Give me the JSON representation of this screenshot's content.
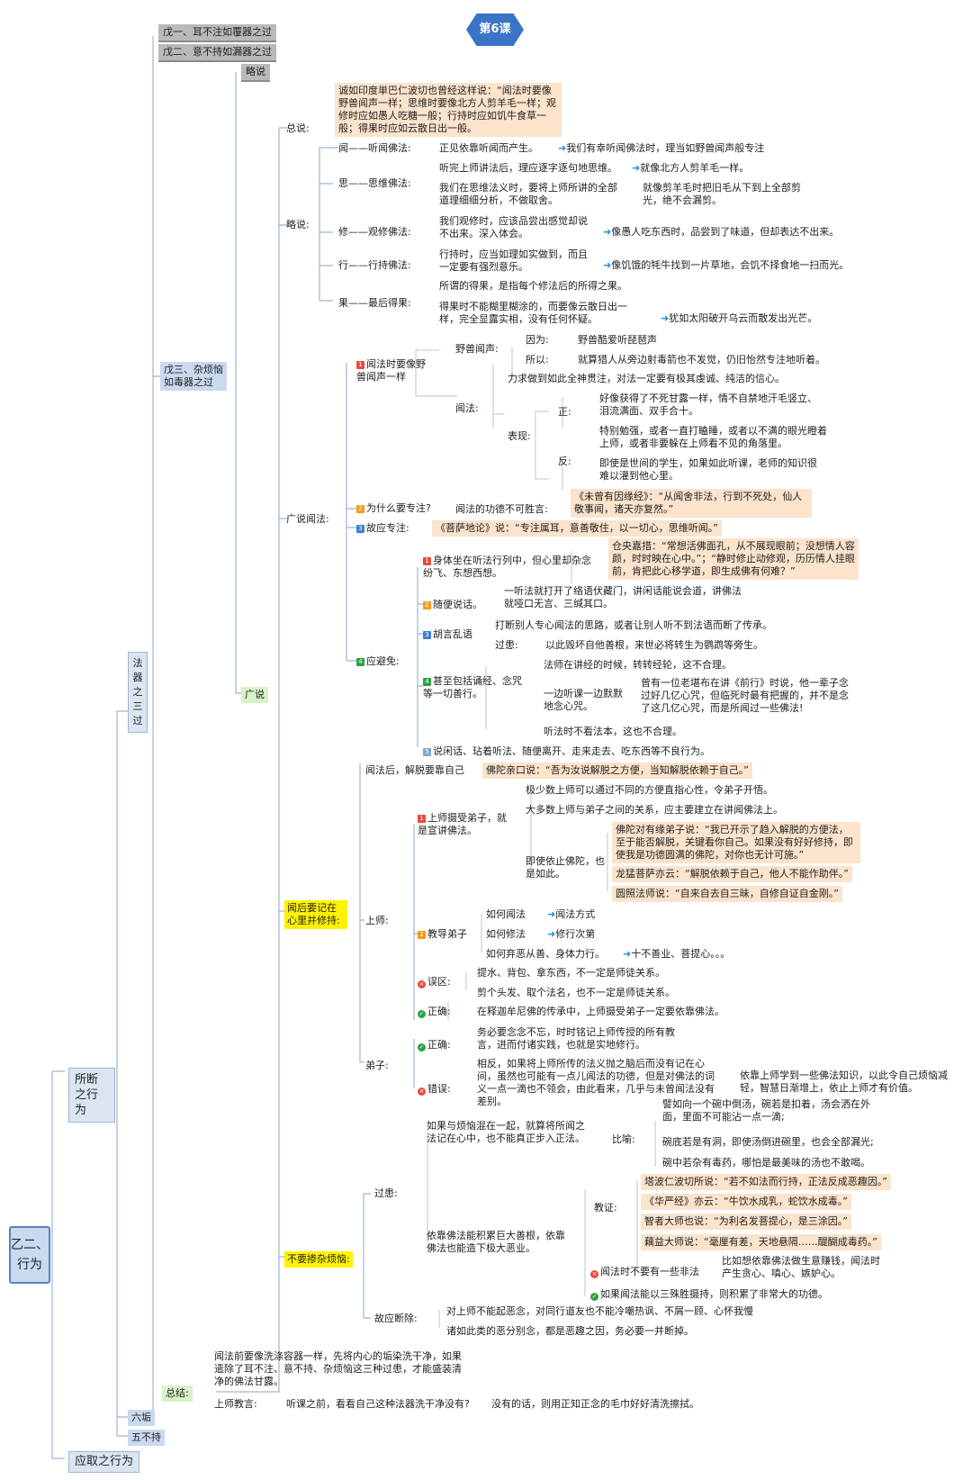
{
  "header": {
    "lesson": "第6课"
  },
  "sidebar": {
    "root": "乙二、行为",
    "suoduan": "所断之行为",
    "yingqu": "应取之行为",
    "fq3": "法器之三过",
    "liugou": "六垢",
    "wubuchi": "五不持",
    "wu1": "戊一、耳不注如覆器之过",
    "wu2": "戊二、意不持如漏器之过",
    "lueshuo_gray": "略说",
    "wu3": "戊三、杂烦恼如毒器之过",
    "guangshuo": "广说"
  },
  "lue": {
    "zongshuo": "总说:",
    "zongshuo_text": "诚如印度単巴仁波切也曾经这样说：“闻法时要像野兽闻声一样；思维时要像北方人剪羊毛一样；观修时应如愚人吃糖一般；行持时应如饥牛食草一般；得果时应如云散日出一般。",
    "lueshuo": "略说:",
    "wen": "闻——听闻佛法:",
    "wen_t": "正见依靠听闻而产生。",
    "wen_a": "我们有幸听闻佛法时，理当如野兽闻声般专注",
    "si": "思——思维佛法:",
    "si_t1": "听完上师讲法后，理应逐字逐句地思维。",
    "si_a1": "就像北方人剪羊毛一样。",
    "si_t2": "我们在思维法义时，要将上师所讲的全部道理细细分析，不做取舍。",
    "si_a2": "就像剪羊毛时把旧毛从下到上全部剪光，绝不会漏剪。",
    "xiu": "修——观修佛法:",
    "xiu_t": "我们观修时，应该品尝出感觉却说不出来。深入体会。",
    "xiu_a": "像愚人吃东西时，品尝到了味道，但却表达不出来。",
    "xing": "行——行持佛法:",
    "xing_t": "行持时，应当如理如实做到，而且一定要有强烈意乐。",
    "xing_a": "像饥饿的牦牛找到一片草地，会饥不择食地一扫而光。",
    "guo": "果——最后得果:",
    "guo_t1": "所谓的得果，是指每个修法后的所得之果。",
    "guo_t2": "得果时不能糊里糊涂的，而要像云散日出一样，完全显露实相，没有任何怀疑。",
    "guo_a": "犹如太阳破开乌云而散发出光芒。"
  },
  "guang": {
    "label": "广说闻法:",
    "b1": "闻法时要像野兽闻声一样",
    "yeshou": "野兽闻声:",
    "yinwei": "因为:",
    "yinwei_t": "野兽酷爱听琵琶声",
    "suoyi": "所以:",
    "suoyi_t": "就算猎人从旁边射毒箭也不发觉，仍旧怡然专注地听着。",
    "wenfa": "闻法:",
    "wenfa_t": "力求做到如此全神贯注，对法一定要有极其虔诚、纯洁的信心。",
    "biaoxian": "表现:",
    "zheng": "正:",
    "zheng_t": "好像获得了不死甘露一样，情不自禁地汗毛竖立、泪流满面、双手合十。",
    "fan": "反:",
    "fan_t1": "特别勉强，或者一直打瞌睡，或者以不满的眼光瞪着上师，或者非要躲在上师看不见的角落里。",
    "fan_t2": "即使是世间的学生，如果如此听课，老师的知识很难以灌到他心里。",
    "b2": "为什么要专注?",
    "b2_t": "闻法的功德不可胜言:",
    "b2_q": "《未曾有因缘经》：“从闻舍非法，行到不死处，仙人敬事闻，诸天亦复然。”",
    "b3": "故应专注:",
    "b3_q": "《菩萨地论》说：“专注属耳，意善敬住，以一切心，思维听闻。”",
    "b4": "应避免:",
    "s1": "身体坐在听法行列中，但心里却杂念纷飞、东想西想。",
    "s1_q": "仓央嘉措：“常想活佛面孔，从不展现眼前；没想情人容颜，时时映在心中。”；“静时修止动修观，历历情人挂眼前，肯把此心移学道，即生成佛有何难？”",
    "s2": "随便说话。",
    "s2_t": "一听法就打开了络语伏藏门，讲闲话能说会道，讲佛法就哑口无言、三缄其口。",
    "s3": "胡言乱语",
    "s3_t": "打断别人专心闻法的思路，或者让别人听不到法语而断了传承。",
    "guohuan": "过患:",
    "s3_g": "以此毁坏自他善根，来世必将转生为鹦鹉等旁生。",
    "s4": "甚至包括诵经、念咒等一切善行。",
    "s4_t1": "法师在讲经的时候，转转经轮，这不合理。",
    "s4_t2": "一边听课一边默默地念心咒。",
    "s4_t2q": "曾有一位老堪布在讲《前行》时说，他一辈子念过好几亿心咒，但临死时最有把握的，并不是念了这几亿心咒，而是所闻过一些佛法!",
    "s4_t3": "听法时不看法本，这也不合理。",
    "s5": "说闲话、玷着听法、随便离开、走来走去、吃东西等不良行为。"
  },
  "remember": {
    "label": "闻后要记在心里并修持:",
    "top": "闻法后，解脱要靠自己",
    "top_q": "佛陀亲口说：“吾为汝说解脱之方便，当知解脱依赖于自己。”",
    "shangshi": "上师:",
    "r1": "上师摄受弟子，就是宣讲佛法。",
    "r1_t1": "极少数上师可以通过不同的方便直指心性，令弟子开悟。",
    "r1_t2": "大多数上师与弟子之间的关系，应主要建立在讲闻佛法上。",
    "r1_t3": "即使依止佛陀，也是如此。",
    "r1_q1": "佛陀对有缘弟子说：“我已开示了趋入解脱的方便法，至于能否解脱，关键看你自己。如果没有好好修持，即使我是功德圆满的佛陀，对你也无计可施。”",
    "r1_q2": "龙猛菩萨亦云：“解脱依赖于自己，他人不能作助伴。”",
    "r1_q3": "圆照法师说：“自来自去自三昧，自修自证自金刚。”",
    "r2": "教导弟子",
    "r2_t1": "如何闻法",
    "r2_a1": "闻法方式",
    "r2_t2": "如何修法",
    "r2_a2": "修行次第",
    "r2_t3": "如何弃恶从善、身体力行。",
    "r2_a3": "十不善业、菩提心。。。",
    "wuqu": "误区:",
    "wq_t1": "提水、背包、拿东西，不一定是师徒关系。",
    "wq_t2": "剪个头发、取个法名，也不一定是师徒关系。",
    "zhengque": "正确:",
    "zq_t": "在释迦牟尼佛的传承中，上师摄受弟子一定要依靠佛法。",
    "dizi": "弟子:",
    "dz_ok": "正确:",
    "dz_ok_t": "务必要念念不忘，时时铭记上师传授的所有教言，进而付诸实践，也就是实地修行。",
    "dz_err": "错误:",
    "dz_err_t": "相反，如果将上师所传的法义抛之脑后而没有记在心间，虽然也可能有一点儿闻法的功德，但是对佛法的词义一点一滴也不领会，由此看来，几乎与未曾闻法没有差别。",
    "dz_err_r": "依靠上师学到一些佛法知识，以此令自己烦恼减轻，智慧日渐增上，依止上师才有价值。"
  },
  "poison": {
    "label": "不要掺杂烦恼:",
    "guohuan": "过患:",
    "p1": "如果与烦恼混在一起，就算将所闻之法记在心中，也不能真正步入正法。",
    "biyu": "比喻:",
    "by1": "譬如向一个碗中倒汤，碗若是扣着，汤会洒在外面，里面不可能沾一点一滴;",
    "by2": "碗底若是有洞，即使汤倒进碗里，也会全部漏光;",
    "by3": "碗中若杂有毒药，哪怕是最美味的汤也不敢喝。",
    "p2": "依靠佛法能积累巨大善根，依靠佛法也能造下极大恶业。",
    "jiaozheng": "教证:",
    "jz1": "塔波仁波切所说：“若不如法而行持，正法反成恶趣因。”",
    "jz2": "《华严经》亦云：“牛饮水成乳，蛇饮水成毒。”",
    "jz3": "智者大师也说：“为利名发菩提心，是三涂因。”",
    "jz4": "藕益大师说：“毫厘有差，天地悬隔……醍醐成毒药。”",
    "n1": "闻法时不要有一些非法",
    "n1_t": "比如想依靠佛法做生意赚钱，闻法时产生贪心、嗔心、嫉妒心。",
    "n2": "如果闻法能以三殊胜摄持，则积累了非常大的功德。",
    "gu": "故应断除:",
    "gu_t1": "对上师不能起恶念，对同行道友也不能冷嘲热讽、不屑一顾、心怀我慢",
    "gu_t2": "诸如此类的恶分别念，都是恶趣之因，务必要一并断掉。"
  },
  "summary": {
    "label": "总结:",
    "t": "闻法前要像洗涤容器一样，先将内心的垢染洗干净，如果遣除了耳不注、意不持、杂烦恼这三种过患，才能盛装清净的佛法甘露。",
    "jiaoyan": "上师教言:",
    "q": "听课之前，看看自己这种法器洗干净没有?",
    "a": "没有的话，则用正知正念的毛巾好好清洗擦拭。"
  }
}
